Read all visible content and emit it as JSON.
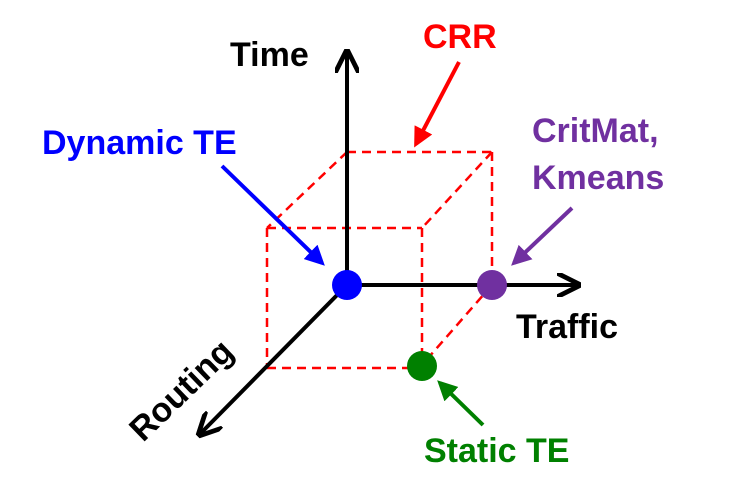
{
  "axes": {
    "time": "Time",
    "traffic": "Traffic",
    "routing": "Routing"
  },
  "labels": {
    "crr": "CRR",
    "dynamic_te": "Dynamic TE",
    "critmat_line1": "CritMat,",
    "critmat_line2": "Kmeans",
    "static_te": "Static TE"
  },
  "colors": {
    "axis": "#000000",
    "cube": "#ff0000",
    "crr": "#ff0000",
    "dynamic_te": "#0000ff",
    "critmat": "#7030a0",
    "static_te": "#008000"
  }
}
